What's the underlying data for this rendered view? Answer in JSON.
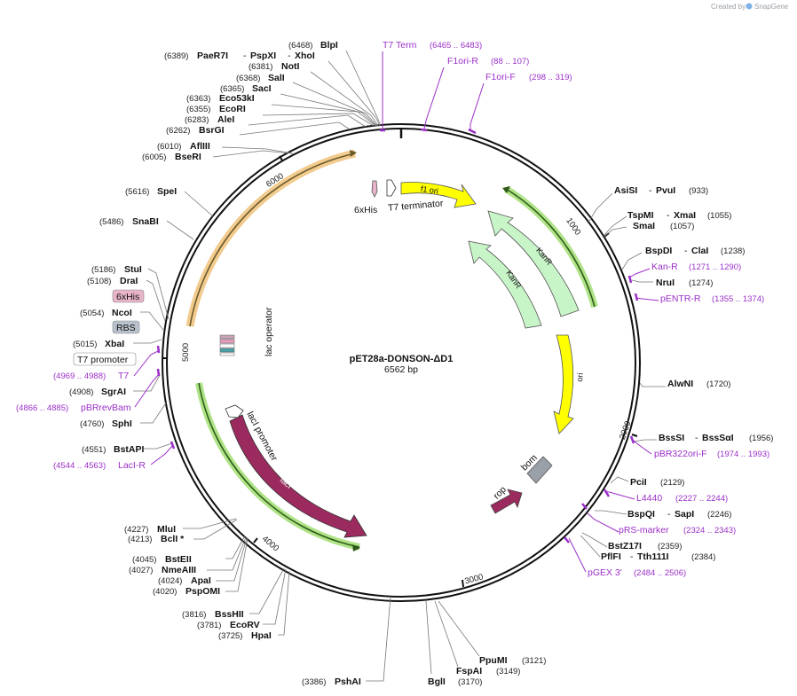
{
  "watermark": {
    "created_by": "Created by",
    "app": "SnapGene"
  },
  "plasmid": {
    "name": "pET28a-DONSON-ΔD1",
    "size": "6562 bp"
  },
  "ticks": [
    "1000",
    "2000",
    "3000",
    "4000",
    "5000",
    "6000"
  ],
  "features": {
    "f1_ori": "f1 ori",
    "t7_term": "T7 terminator",
    "his6": "6xHis",
    "kanR1": "KanR",
    "kanR2": "KanR",
    "ori": "ori",
    "bom": "bom",
    "rop": "rop",
    "lacI": "lacI",
    "lacI_promoter": "lacI promoter",
    "lac_operator": "lac operator"
  },
  "top_labels": [
    {
      "pos": "(6468)",
      "name": "BlpI"
    },
    {
      "pos": "(6389)",
      "name": "PaeR7I",
      "name2": "PspXI",
      "name3": "XhoI"
    },
    {
      "pos": "(6381)",
      "name": "NotI"
    },
    {
      "pos": "(6368)",
      "name": "SalI"
    },
    {
      "pos": "(6365)",
      "name": "SacI"
    },
    {
      "pos": "(6363)",
      "name": "Eco53kI"
    },
    {
      "pos": "(6355)",
      "name": "EcoRI"
    },
    {
      "pos": "(6283)",
      "name": "AleI"
    },
    {
      "pos": "(6262)",
      "name": "BsrGI"
    },
    {
      "pos": "(6010)",
      "name": "AflIII"
    },
    {
      "pos": "(6005)",
      "name": "BseRI"
    }
  ],
  "primers_top": [
    {
      "name": "T7 Term",
      "range": "(6465 .. 6483)"
    },
    {
      "name": "F1ori-R",
      "range": "(88 .. 107)"
    },
    {
      "name": "F1ori-F",
      "range": "(298 .. 319)"
    }
  ],
  "left_labels": [
    {
      "pos": "(5616)",
      "name": "SpeI"
    },
    {
      "pos": "(5486)",
      "name": "SnaBI"
    },
    {
      "pos": "(5186)",
      "name": "StuI"
    },
    {
      "pos": "(5108)",
      "name": "DraI"
    },
    {
      "pos": "(5054)",
      "name": "NcoI"
    },
    {
      "pos": "(5015)",
      "name": "XbaI"
    },
    {
      "pos": "(4908)",
      "name": "SgrAI"
    },
    {
      "pos": "(4760)",
      "name": "SphI"
    },
    {
      "pos": "(4551)",
      "name": "BstAPI"
    }
  ],
  "left_boxes": {
    "his": "6xHis",
    "rbs": "RBS",
    "t7prom": "T7 promoter"
  },
  "left_primers": [
    {
      "range": "(4969 .. 4988)",
      "name": "T7"
    },
    {
      "range": "(4866 .. 4885)",
      "name": "pBRrevBam"
    },
    {
      "range": "(4544 .. 4563)",
      "name": "LacI-R"
    }
  ],
  "bottom_left_labels": [
    {
      "pos": "(4227)",
      "name": "MluI"
    },
    {
      "pos": "(4213)",
      "name": "BclI *"
    },
    {
      "pos": "(4045)",
      "name": "BstEII"
    },
    {
      "pos": "(4027)",
      "name": "NmeAIII"
    },
    {
      "pos": "(4024)",
      "name": "ApaI"
    },
    {
      "pos": "(4020)",
      "name": "PspOMI"
    },
    {
      "pos": "(3816)",
      "name": "BssHII"
    },
    {
      "pos": "(3781)",
      "name": "EcoRV"
    },
    {
      "pos": "(3725)",
      "name": "HpaI"
    },
    {
      "pos": "(3386)",
      "name": "PshAI"
    }
  ],
  "bottom_labels": [
    {
      "name": "BglI",
      "pos": "(3170)"
    },
    {
      "name": "FspAI",
      "pos": "(3149)"
    },
    {
      "name": "PpuMI",
      "pos": "(3121)"
    }
  ],
  "right_labels": [
    {
      "name": "AsiSI",
      "name2": "PvuI",
      "pos": "(933)"
    },
    {
      "name": "TspMI",
      "name2": "XmaI",
      "pos": "(1055)"
    },
    {
      "name": "SmaI",
      "pos": "(1057)"
    },
    {
      "name": "BspDI",
      "name2": "ClaI",
      "pos": "(1238)"
    },
    {
      "name": "NruI",
      "pos": "(1274)"
    },
    {
      "name": "AlwNI",
      "pos": "(1720)"
    },
    {
      "name": "BssSI",
      "name2": "BssSαI",
      "pos": "(1956)"
    },
    {
      "name": "PciI",
      "pos": "(2129)"
    },
    {
      "name": "BspQI",
      "name2": "SapI",
      "pos": "(2246)"
    },
    {
      "name": "BstZ17I",
      "pos": "(2359)"
    },
    {
      "name": "PflFI",
      "name2": "Tth111I",
      "pos": "(2384)"
    }
  ],
  "right_primers": [
    {
      "name": "Kan-R",
      "range": "(1271 .. 1290)"
    },
    {
      "name": "pENTR-R",
      "range": "(1355 .. 1374)"
    },
    {
      "name": "pBR322ori-F",
      "range": "(1974 .. 1993)"
    },
    {
      "name": "L4440",
      "range": "(2227 .. 2244)"
    },
    {
      "name": "pRS-marker",
      "range": "(2324 .. 2343)"
    },
    {
      "name": "pGEX 3'",
      "range": "(2484 .. 2506)"
    }
  ],
  "colors": {
    "primer": "#9b2fc8",
    "kanR": "#c8f5c8",
    "ori": "#ffff00",
    "lacI": "#9b2a5e",
    "green_glow": "#a6e07a",
    "orange_glow": "#f0c27a",
    "bom": "#9aa0a8"
  }
}
